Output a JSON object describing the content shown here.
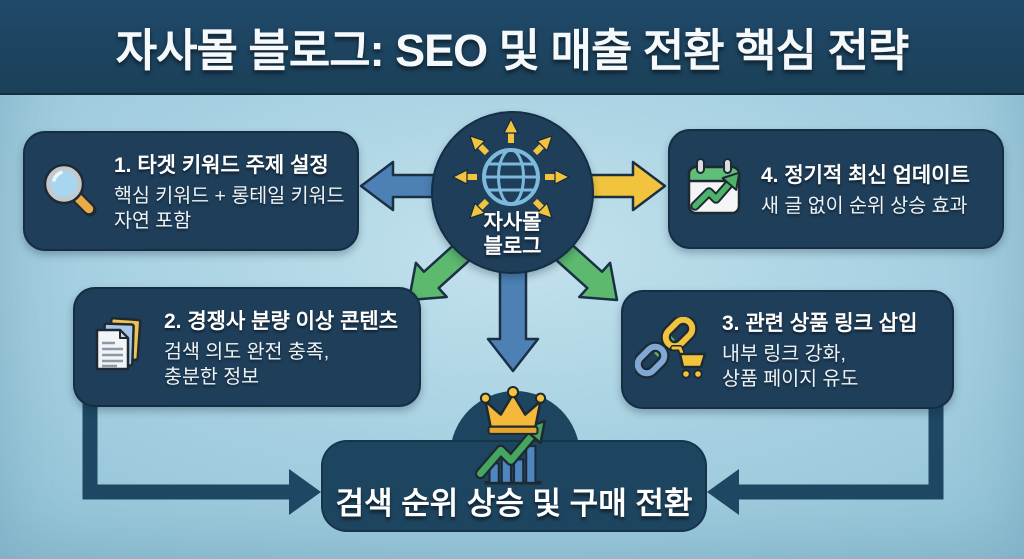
{
  "header": {
    "title": "자사몰 블로그: SEO 및 매출 전환 핵심 전략"
  },
  "center": {
    "label": "자사몰\n블로그",
    "icon": "globe-arrows-icon"
  },
  "boxes": [
    {
      "number": "1",
      "icon": "magnifier-icon",
      "title": "1. 타겟 키워드 주제 설정",
      "body": "핵심 키워드 + 롱테일 키워드\n자연 포함"
    },
    {
      "number": "2",
      "icon": "documents-icon",
      "title": "2. 경쟁사 분량 이상 콘텐츠",
      "body": "검색 의도 완전 충족,\n충분한 정보"
    },
    {
      "number": "3",
      "icon": "chain-link-cart-icon",
      "title": "3. 관련 상품 링크 삽입",
      "body": "내부 링크 강화,\n상품 페이지 유도"
    },
    {
      "number": "4",
      "icon": "calendar-update-icon",
      "title": "4. 정기적 최신 업데이트",
      "body": "새 글 없이 순위 상승 효과"
    }
  ],
  "outcome": {
    "label": "검색 순위 상승 및 구매 전환",
    "icon": "crown-growth-chart-icon"
  },
  "colors": {
    "panel_navy": "#1e3e59",
    "deep_navy": "#1e4560",
    "background_blue": "#a6d0e1",
    "arrow_yellow": "#f2c43d",
    "arrow_green": "#55b068",
    "arrow_blue": "#4d80b4",
    "globe_blue": "#7cb9dc"
  }
}
